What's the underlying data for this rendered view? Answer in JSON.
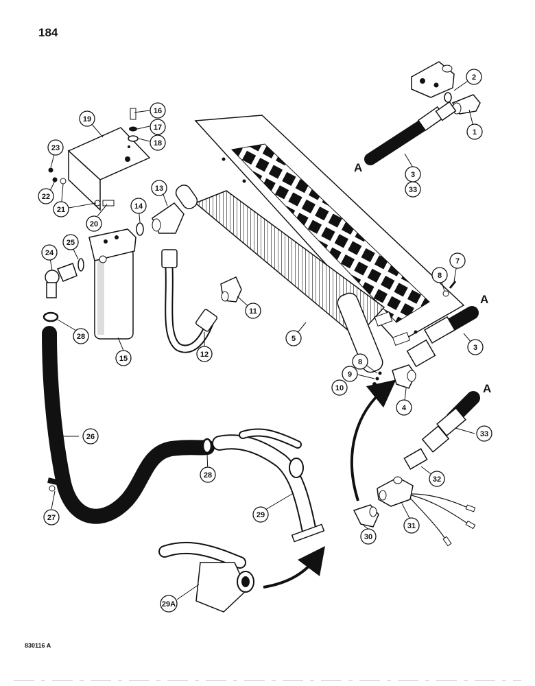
{
  "page": {
    "page_number": "184",
    "drawing_code": "830116 A"
  },
  "pipe_marker": "A",
  "callouts": [
    {
      "id": "c1",
      "label": "1"
    },
    {
      "id": "c2",
      "label": "2"
    },
    {
      "id": "c3a",
      "label": "3"
    },
    {
      "id": "c33a",
      "label": "33"
    },
    {
      "id": "c3b",
      "label": "3"
    },
    {
      "id": "c4",
      "label": "4"
    },
    {
      "id": "c5",
      "label": "5"
    },
    {
      "id": "c7",
      "label": "7"
    },
    {
      "id": "c8a",
      "label": "8"
    },
    {
      "id": "c8b",
      "label": "8"
    },
    {
      "id": "c9",
      "label": "9"
    },
    {
      "id": "c10",
      "label": "10"
    },
    {
      "id": "c11",
      "label": "11"
    },
    {
      "id": "c12",
      "label": "12"
    },
    {
      "id": "c13",
      "label": "13"
    },
    {
      "id": "c14",
      "label": "14"
    },
    {
      "id": "c15",
      "label": "15"
    },
    {
      "id": "c16",
      "label": "16"
    },
    {
      "id": "c17",
      "label": "17"
    },
    {
      "id": "c18",
      "label": "18"
    },
    {
      "id": "c19",
      "label": "19"
    },
    {
      "id": "c20",
      "label": "20"
    },
    {
      "id": "c21",
      "label": "21"
    },
    {
      "id": "c22",
      "label": "22"
    },
    {
      "id": "c23",
      "label": "23"
    },
    {
      "id": "c24",
      "label": "24"
    },
    {
      "id": "c25",
      "label": "25"
    },
    {
      "id": "c26",
      "label": "26"
    },
    {
      "id": "c27",
      "label": "27"
    },
    {
      "id": "c28a",
      "label": "28"
    },
    {
      "id": "c28b",
      "label": "28"
    },
    {
      "id": "c29",
      "label": "29"
    },
    {
      "id": "c29A",
      "label": "29A"
    },
    {
      "id": "c30",
      "label": "30"
    },
    {
      "id": "c31",
      "label": "31"
    },
    {
      "id": "c32",
      "label": "32"
    },
    {
      "id": "c33b",
      "label": "33"
    }
  ]
}
